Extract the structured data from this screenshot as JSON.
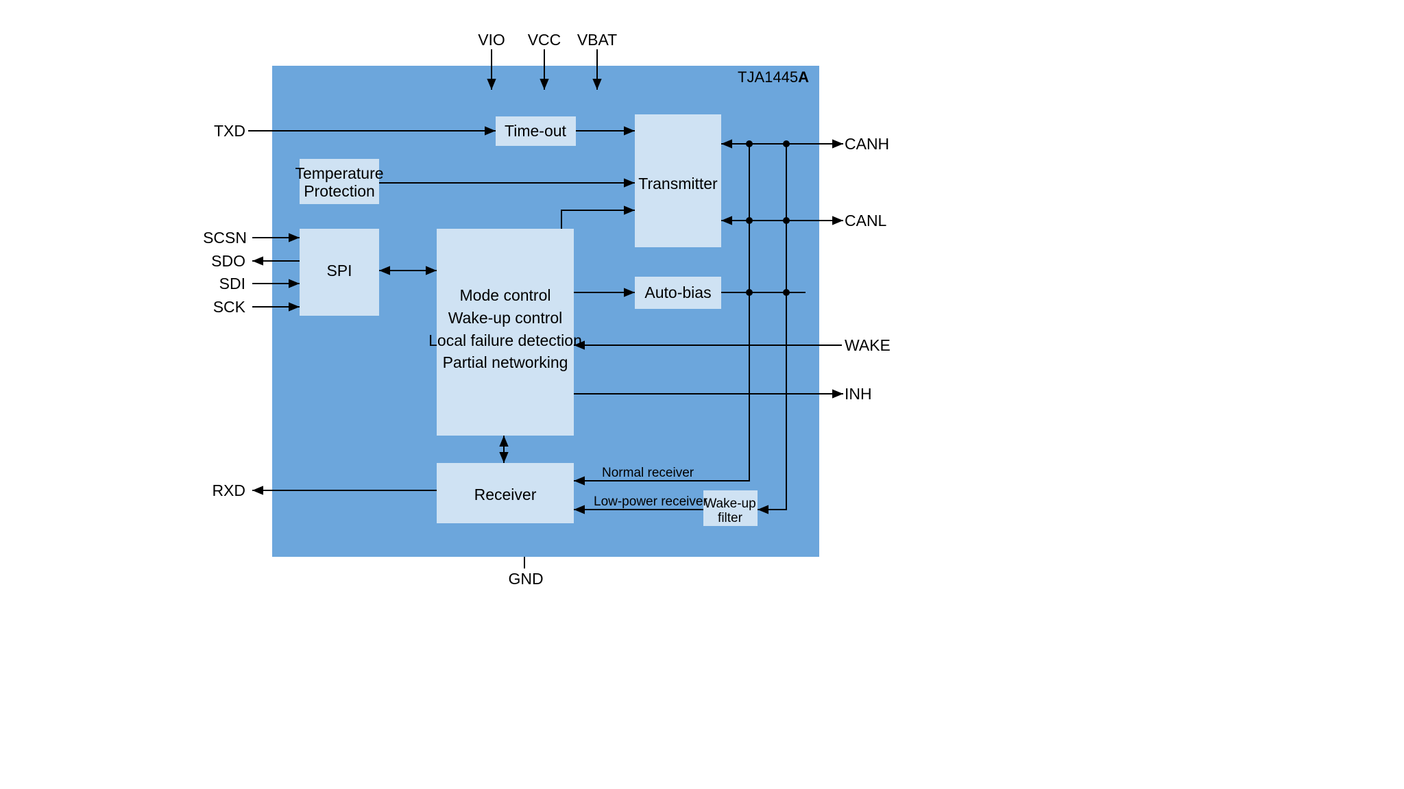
{
  "title": {
    "prefix": "TJA1445",
    "suffix": "A"
  },
  "colors": {
    "background": "#ffffff",
    "chip_fill": "#6ca6dc",
    "block_fill": "#cfe2f3",
    "wire": "#000000",
    "text": "#000000"
  },
  "pins": {
    "top": [
      "VIO",
      "VCC",
      "VBAT"
    ],
    "left": [
      "TXD",
      "SCSN",
      "SDO",
      "SDI",
      "SCK",
      "RXD"
    ],
    "right": [
      "CANH",
      "CANL",
      "WAKE",
      "INH"
    ],
    "bottom": [
      "GND"
    ]
  },
  "blocks": {
    "time_out": {
      "label": "Time-out"
    },
    "temperature_protection": {
      "lines": [
        "Temperature",
        "Protection"
      ]
    },
    "transmitter": {
      "label": "Transmitter"
    },
    "spi": {
      "label": "SPI"
    },
    "mode_control": {
      "lines": [
        "Mode control",
        "Wake-up control",
        "Local failure detection",
        "Partial networking"
      ]
    },
    "auto_bias": {
      "label": "Auto-bias"
    },
    "receiver": {
      "label": "Receiver"
    },
    "wake_up_filter": {
      "lines": [
        "Wake-up",
        "filter"
      ]
    }
  },
  "annotations": {
    "normal_receiver": "Normal receiver",
    "low_power_receiver": "Low-power receiver"
  }
}
